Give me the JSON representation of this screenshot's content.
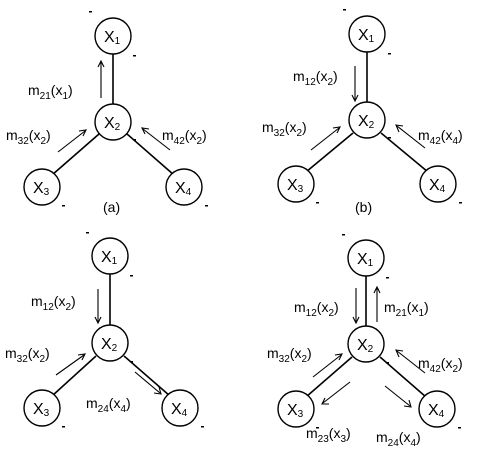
{
  "panels": [
    {
      "id": "a",
      "caption": "(a)",
      "nodes": [
        {
          "label": "X",
          "sub": "1"
        },
        {
          "label": "X",
          "sub": "2"
        },
        {
          "label": "X",
          "sub": "3"
        },
        {
          "label": "X",
          "sub": "4"
        }
      ],
      "messages": [
        {
          "m": "m",
          "sub": "21",
          "arg": "(x",
          "argsub": "1",
          "close": ")"
        },
        {
          "m": "m",
          "sub": "32",
          "arg": "(x",
          "argsub": "2",
          "close": ")"
        },
        {
          "m": "m",
          "sub": "42",
          "arg": "(x",
          "argsub": "2",
          "close": ")"
        }
      ]
    },
    {
      "id": "b",
      "caption": "(b)",
      "nodes": [
        {
          "label": "X",
          "sub": "1"
        },
        {
          "label": "X",
          "sub": "2"
        },
        {
          "label": "X",
          "sub": "3"
        },
        {
          "label": "X",
          "sub": "4"
        }
      ],
      "messages": [
        {
          "m": "m",
          "sub": "12",
          "arg": "(x",
          "argsub": "2",
          "close": ")"
        },
        {
          "m": "m",
          "sub": "32",
          "arg": "(x",
          "argsub": "2",
          "close": ")"
        },
        {
          "m": "m",
          "sub": "42",
          "arg": "(x",
          "argsub": "4",
          "close": ")"
        }
      ]
    },
    {
      "id": "c",
      "caption": "",
      "nodes": [
        {
          "label": "X",
          "sub": "1"
        },
        {
          "label": "X",
          "sub": "2"
        },
        {
          "label": "X",
          "sub": "3"
        },
        {
          "label": "X",
          "sub": "4"
        }
      ],
      "messages": [
        {
          "m": "m",
          "sub": "12",
          "arg": "(x",
          "argsub": "2",
          "close": ")"
        },
        {
          "m": "m",
          "sub": "32",
          "arg": "(x",
          "argsub": "2",
          "close": ")"
        },
        {
          "m": "m",
          "sub": "24",
          "arg": "(x",
          "argsub": "4",
          "close": ")"
        }
      ]
    },
    {
      "id": "d",
      "caption": "",
      "nodes": [
        {
          "label": "X",
          "sub": "1"
        },
        {
          "label": "X",
          "sub": "2"
        },
        {
          "label": "X",
          "sub": "3"
        },
        {
          "label": "X",
          "sub": "4"
        }
      ],
      "messages": [
        {
          "m": "m",
          "sub": "12",
          "arg": "(x",
          "argsub": "2",
          "close": ")"
        },
        {
          "m": "m",
          "sub": "21",
          "arg": "(x",
          "argsub": "1",
          "close": ")"
        },
        {
          "m": "m",
          "sub": "32",
          "arg": "(x",
          "argsub": "2",
          "close": ")"
        },
        {
          "m": "m",
          "sub": "42",
          "arg": "(x",
          "argsub": "2",
          "close": ")"
        },
        {
          "m": "m",
          "sub": "23",
          "arg": "(x",
          "argsub": "3",
          "close": ")"
        },
        {
          "m": "m",
          "sub": "24",
          "arg": "(x",
          "argsub": "4",
          "close": ")"
        }
      ]
    }
  ]
}
